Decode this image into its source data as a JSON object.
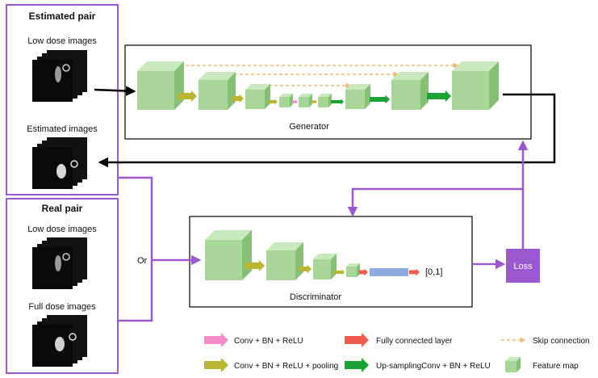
{
  "estimated_pair": {
    "title": "Estimated pair",
    "low_dose_label": "Low dose images",
    "estimated_label": "Estimated images"
  },
  "real_pair": {
    "title": "Real pair",
    "low_dose_label": "Low dose images",
    "full_dose_label": "Full dose images"
  },
  "generator": {
    "label": "Generator"
  },
  "discriminator": {
    "label": "Discriminator",
    "output": "[0,1]"
  },
  "or_label": "Or",
  "loss_label": "Loss",
  "legend": {
    "conv": "Conv + BN + ReLU",
    "conv_pool": "Conv + BN + ReLU + pooling",
    "fc": "Fully connected layer",
    "upconv": "Up-samplingConv + BN + ReLU",
    "skip": "Skip connection",
    "feature_map": "Feature map"
  },
  "colors": {
    "purple": "#9b59d0",
    "feature_front": "#a8d698",
    "feature_top": "#c9e8bd",
    "feature_side": "#86bf76",
    "pool_arrow": "#b8b632",
    "up_arrow": "#1aa334",
    "conv_arrow": "#f58bc8",
    "fc_arrow": "#ef5b4d",
    "skip": "#f0b87a",
    "dense": "#8faadc",
    "loss_box": "#9b59d0"
  }
}
